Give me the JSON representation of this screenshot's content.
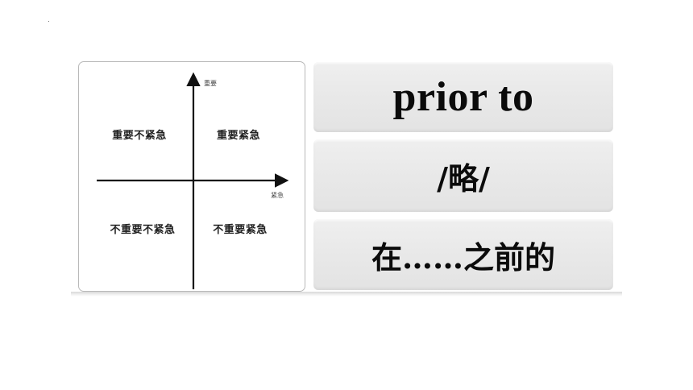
{
  "matrix": {
    "axis_vertical": "重要",
    "axis_horizontal": "紧急",
    "quadrants": {
      "top_left": "重要不紧急",
      "top_right": "重要紧急",
      "bottom_left": "不重要不紧急",
      "bottom_right": "不重要紧急"
    }
  },
  "vocab": {
    "word": "prior to",
    "pronunciation": "/略/",
    "meaning": "在……之前的"
  },
  "colors": {
    "panel_background": "#e9e9e9",
    "text": "#0b0b0b",
    "card_border": "#b9b9b9"
  }
}
